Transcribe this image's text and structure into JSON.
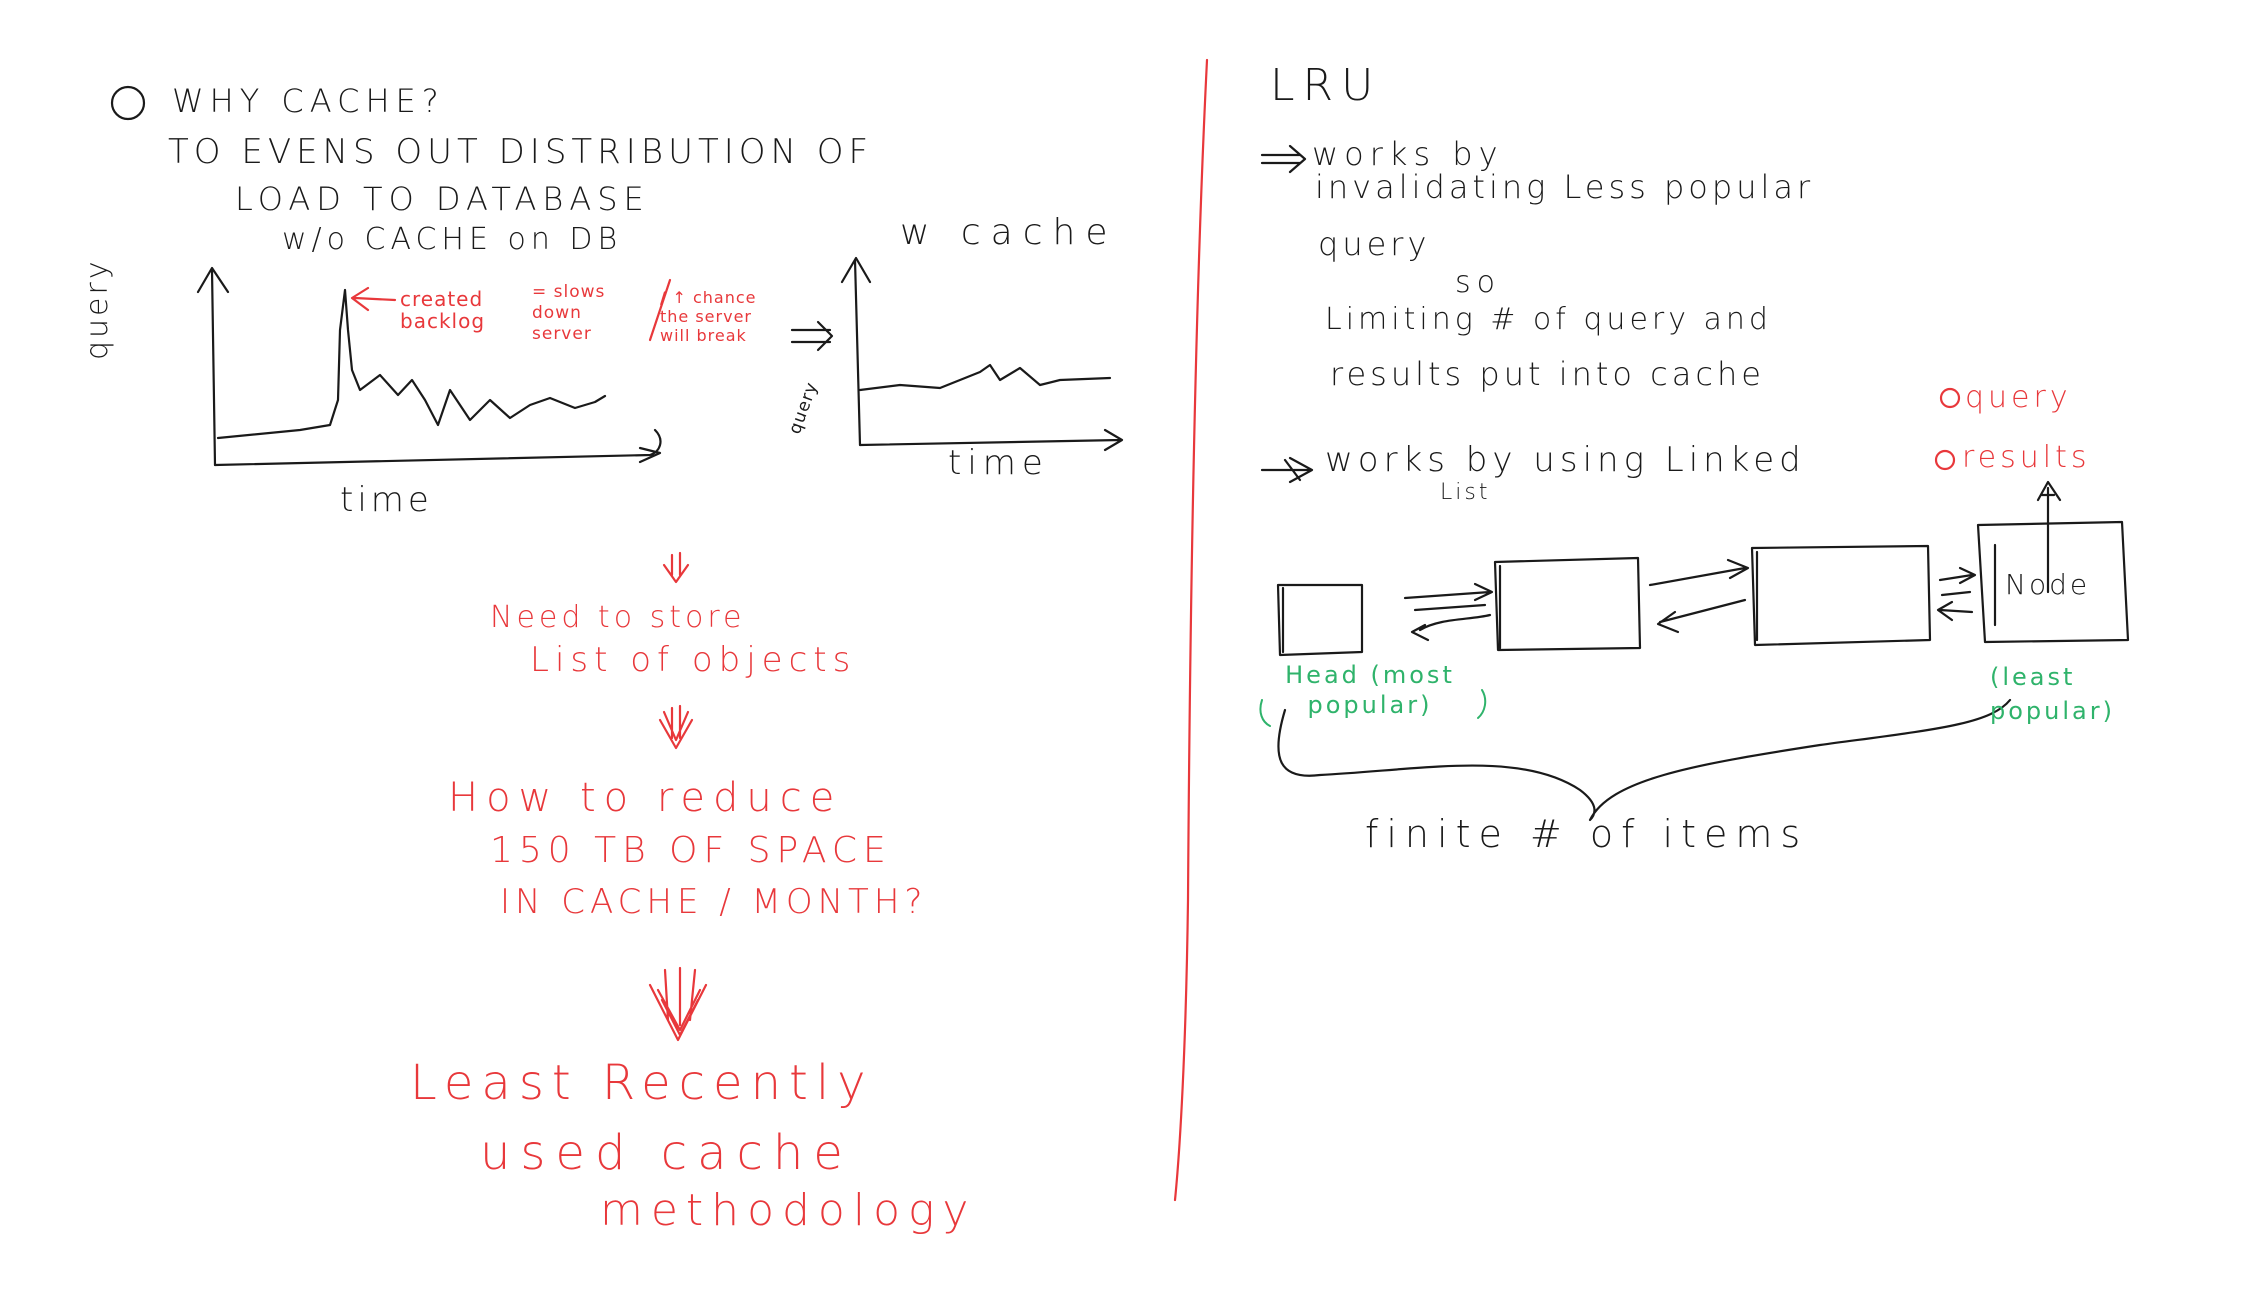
{
  "left": {
    "heading": "WHY CACHE?",
    "subline1": "TO EVENS OUT DISTRIBUTION OF",
    "subline2": "LOAD TO DATABASE",
    "chart1_label": "w/o CACHE on DB",
    "chart1_ylabel": "query",
    "chart1_xlabel": "time",
    "chart1_note1": "created backlog",
    "chart1_note2": "= slows down server",
    "chart1_note3": "/ ↑ chance the server will break",
    "chart2_label": "w cache",
    "chart2_ylabel": "query",
    "chart2_xlabel": "time",
    "flow1_line1": "Need to store",
    "flow1_line2": "List of objects",
    "flow2_line1": "How to reduce",
    "flow2_line2": "150 TB OF SPACE",
    "flow2_line3": "IN CACHE / MONTH?",
    "flow3_line1": "Least Recently",
    "flow3_line2": "used cache",
    "flow3_line3": "methodology"
  },
  "right": {
    "heading": "LRU",
    "point1_line1": "works by",
    "point1_line2": "invalidating Less popular",
    "point1_line3": "query",
    "point1_line4": "so",
    "point1_line5": "Limiting # of query and",
    "point1_line6": "results put into cache",
    "point2_line1": "works by using Linked",
    "point2_line2": "List",
    "legend_query": "query",
    "legend_results": "results",
    "node_label": "Node",
    "head_label": "Head (most popular)",
    "tail_label": "(least popular)",
    "brace_label": "finite # of items"
  }
}
